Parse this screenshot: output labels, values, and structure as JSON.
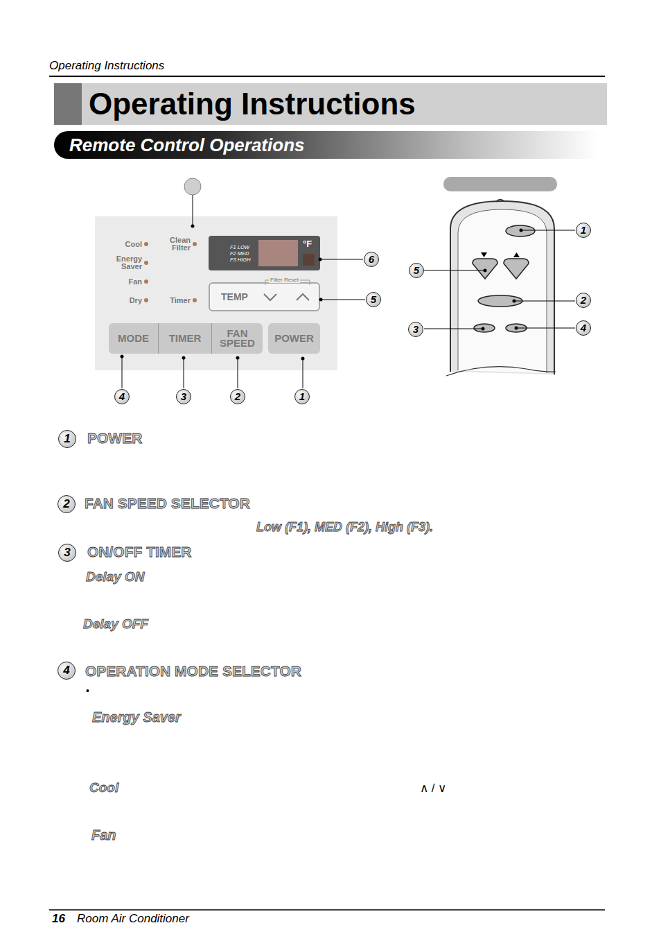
{
  "diagram": {
    "nodes": [
      {
        "text": [
          "Operating Instructions"
        ]
      },
      {
        "text": [
          "Remote Control Operations"
        ]
      },
      {
        "text": [
          "Cool",
          "Energy Saver",
          "Fan",
          "Dry",
          "Clean Filter",
          "Timer"
        ]
      },
      {
        "text": [
          "F1 LOW F2 MED F3 HIGH",
          "°F"
        ],
        "in": 2
      },
      {
        "text": [
          "TEMP",
          "Filter Reset"
        ],
        "in": 2
      },
      {
        "text": [
          "MODE"
        ],
        "in": 2
      },
      {
        "text": [
          "TIMER"
        ],
        "in": 2
      },
      {
        "text": [
          "FAN SPEED"
        ],
        "in": 2
      },
      {
        "text": [
          "POWER"
        ],
        "in": 2
      }
    ],
    "labels": [
      "Operating Instructions",
      "6",
      "5",
      "4",
      "3",
      "2",
      "1",
      "1",
      "5",
      "2",
      "3",
      "4",
      "1",
      "POWER",
      "2",
      "FAN SPEED SELECTOR",
      "Low (F1), MED (F2), High (F3).",
      "3",
      "ON/OFF TIMER",
      "Delay ON",
      "Delay OFF",
      "4",
      "OPERATION MODE SELECTOR",
      "•",
      "Energy Saver",
      "Cool",
      "∧ / ∨",
      "Fan",
      "16",
      "Room Air Conditioner"
    ]
  }
}
